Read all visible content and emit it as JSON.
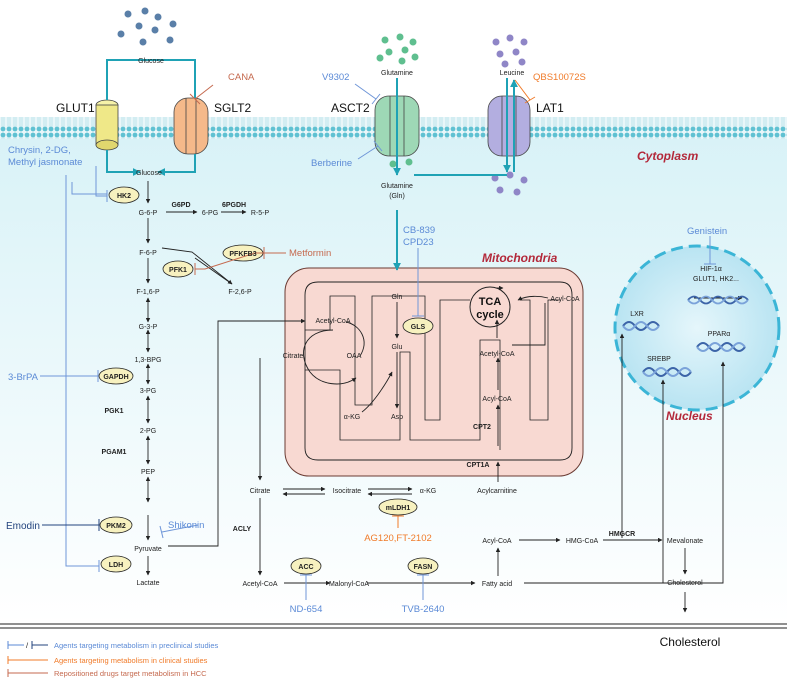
{
  "labels": {
    "glut1": "GLUT1",
    "sglt2": "SGLT2",
    "asct2": "ASCT2",
    "lat1": "LAT1",
    "cytoplasm": "Cytoplasm",
    "mitochondria": "Mitochondria",
    "nucleus": "Nucleus",
    "tca": "TCA",
    "tca2": "cycle"
  },
  "metabolites": {
    "glucose_out": "Glucose",
    "glucose_in": "Glucose",
    "glutamine_out": "Glutamine",
    "glutamine_in": "Glutamine",
    "gln_paren": "(Gln)",
    "leucine": "Leucine",
    "g6p": "G-6-P",
    "pg6": "6-PG",
    "r5p": "R-5-P",
    "f6p": "F-6-P",
    "f16p": "F-1,6-P",
    "f26p": "F-2,6-P",
    "g3p": "G-3-P",
    "bpg13": "1,3-BPG",
    "pg3": "3-PG",
    "pg2": "2-PG",
    "pep": "PEP",
    "pyruvate": "Pyruvate",
    "lactate": "Lactate",
    "acetylcoa_mito": "Acetyl-CoA",
    "citrate_mito": "Citrate",
    "oaa": "OAA",
    "akg_mito": "α-KG",
    "gln_mito": "Gln",
    "glu": "Glu",
    "asp": "Asp",
    "acylcoa_mito": "Acyl-CoA",
    "acetylcoa_mito2": "Acetyl-CoA",
    "acylcoa_mito2": "Acyl-CoA",
    "citrate_cyto": "Citrate",
    "isocitrate": "Isocitrate",
    "akg_cyto": "α-KG",
    "acylcarnitine": "Acylcarnitine",
    "acylcoa_cyto": "Acyl-CoA",
    "hmgcoa": "HMG-CoA",
    "mevalonate": "Mevalonate",
    "acetylcoa_cyto": "Acetyl-CoA",
    "malonylcoa": "Malonyl-CoA",
    "fattyacid": "Fatty acid",
    "cholesterol_small": "Cholesterol",
    "cholesterol_big": "Cholesterol"
  },
  "enzymes": {
    "g6pd": "G6PD",
    "pgdh6": "6PGDH",
    "pfkfb3": "PFKFB3",
    "pfk1": "PFK1",
    "hk2": "HK2",
    "gapdh": "GAPDH",
    "pgk1": "PGK1",
    "pgam1": "PGAM1",
    "pkm2": "PKM2",
    "ldh": "LDH",
    "gls": "GLS",
    "cpt2": "CPT2",
    "cpt1a": "CPT1A",
    "acly": "ACLY",
    "mldh1": "mLDH1",
    "hmgcr": "HMGCR",
    "acc": "ACC",
    "fasn": "FASN"
  },
  "nuclear": {
    "hif": "HIF-1α",
    "hif_targets": "GLUT1, HK2...",
    "lxr": "LXR",
    "ppar": "PPARα",
    "srebp": "SREBP"
  },
  "drugs": {
    "cana": "CANA",
    "v9302": "V9302",
    "qbs": "QBS10072S",
    "chrysin1": "Chrysin, 2-DG,",
    "chrysin2": "Methyl jasmonate",
    "berberine": "Berberine",
    "metformin": "Metformin",
    "cb839": "CB-839",
    "cpd23": "CPD23",
    "genistein": "Genistein",
    "brpa": "3-BrPA",
    "emodin": "Emodin",
    "shikonin": "Shikonin",
    "ag120": "AG120,FT-2102",
    "nd654": "ND-654",
    "tvb2640": "TVB-2640"
  },
  "legend": {
    "preclinical": "Agents targeting metabolism in preclinical studies",
    "clinical": "Agents targeting metabolism in clinical studies",
    "repositioned": "Repositioned drugs target metabolism in HCC",
    "sep": "/"
  },
  "colors": {
    "preclinical": "#5b8ad6",
    "clinical": "#f07b2a",
    "repositioned": "#c56a4f",
    "compartment": "#b3283a",
    "membrane": "#1fa2b5",
    "cytoplasm_bg": "#e6f7fa",
    "mito_fill": "#f8d9d2",
    "nucleus_fill": "#cfeef7",
    "glucose_dot": "#5a7fa8",
    "glutamine_dot": "#5fbf8f",
    "leucine_dot": "#8f86c7"
  }
}
